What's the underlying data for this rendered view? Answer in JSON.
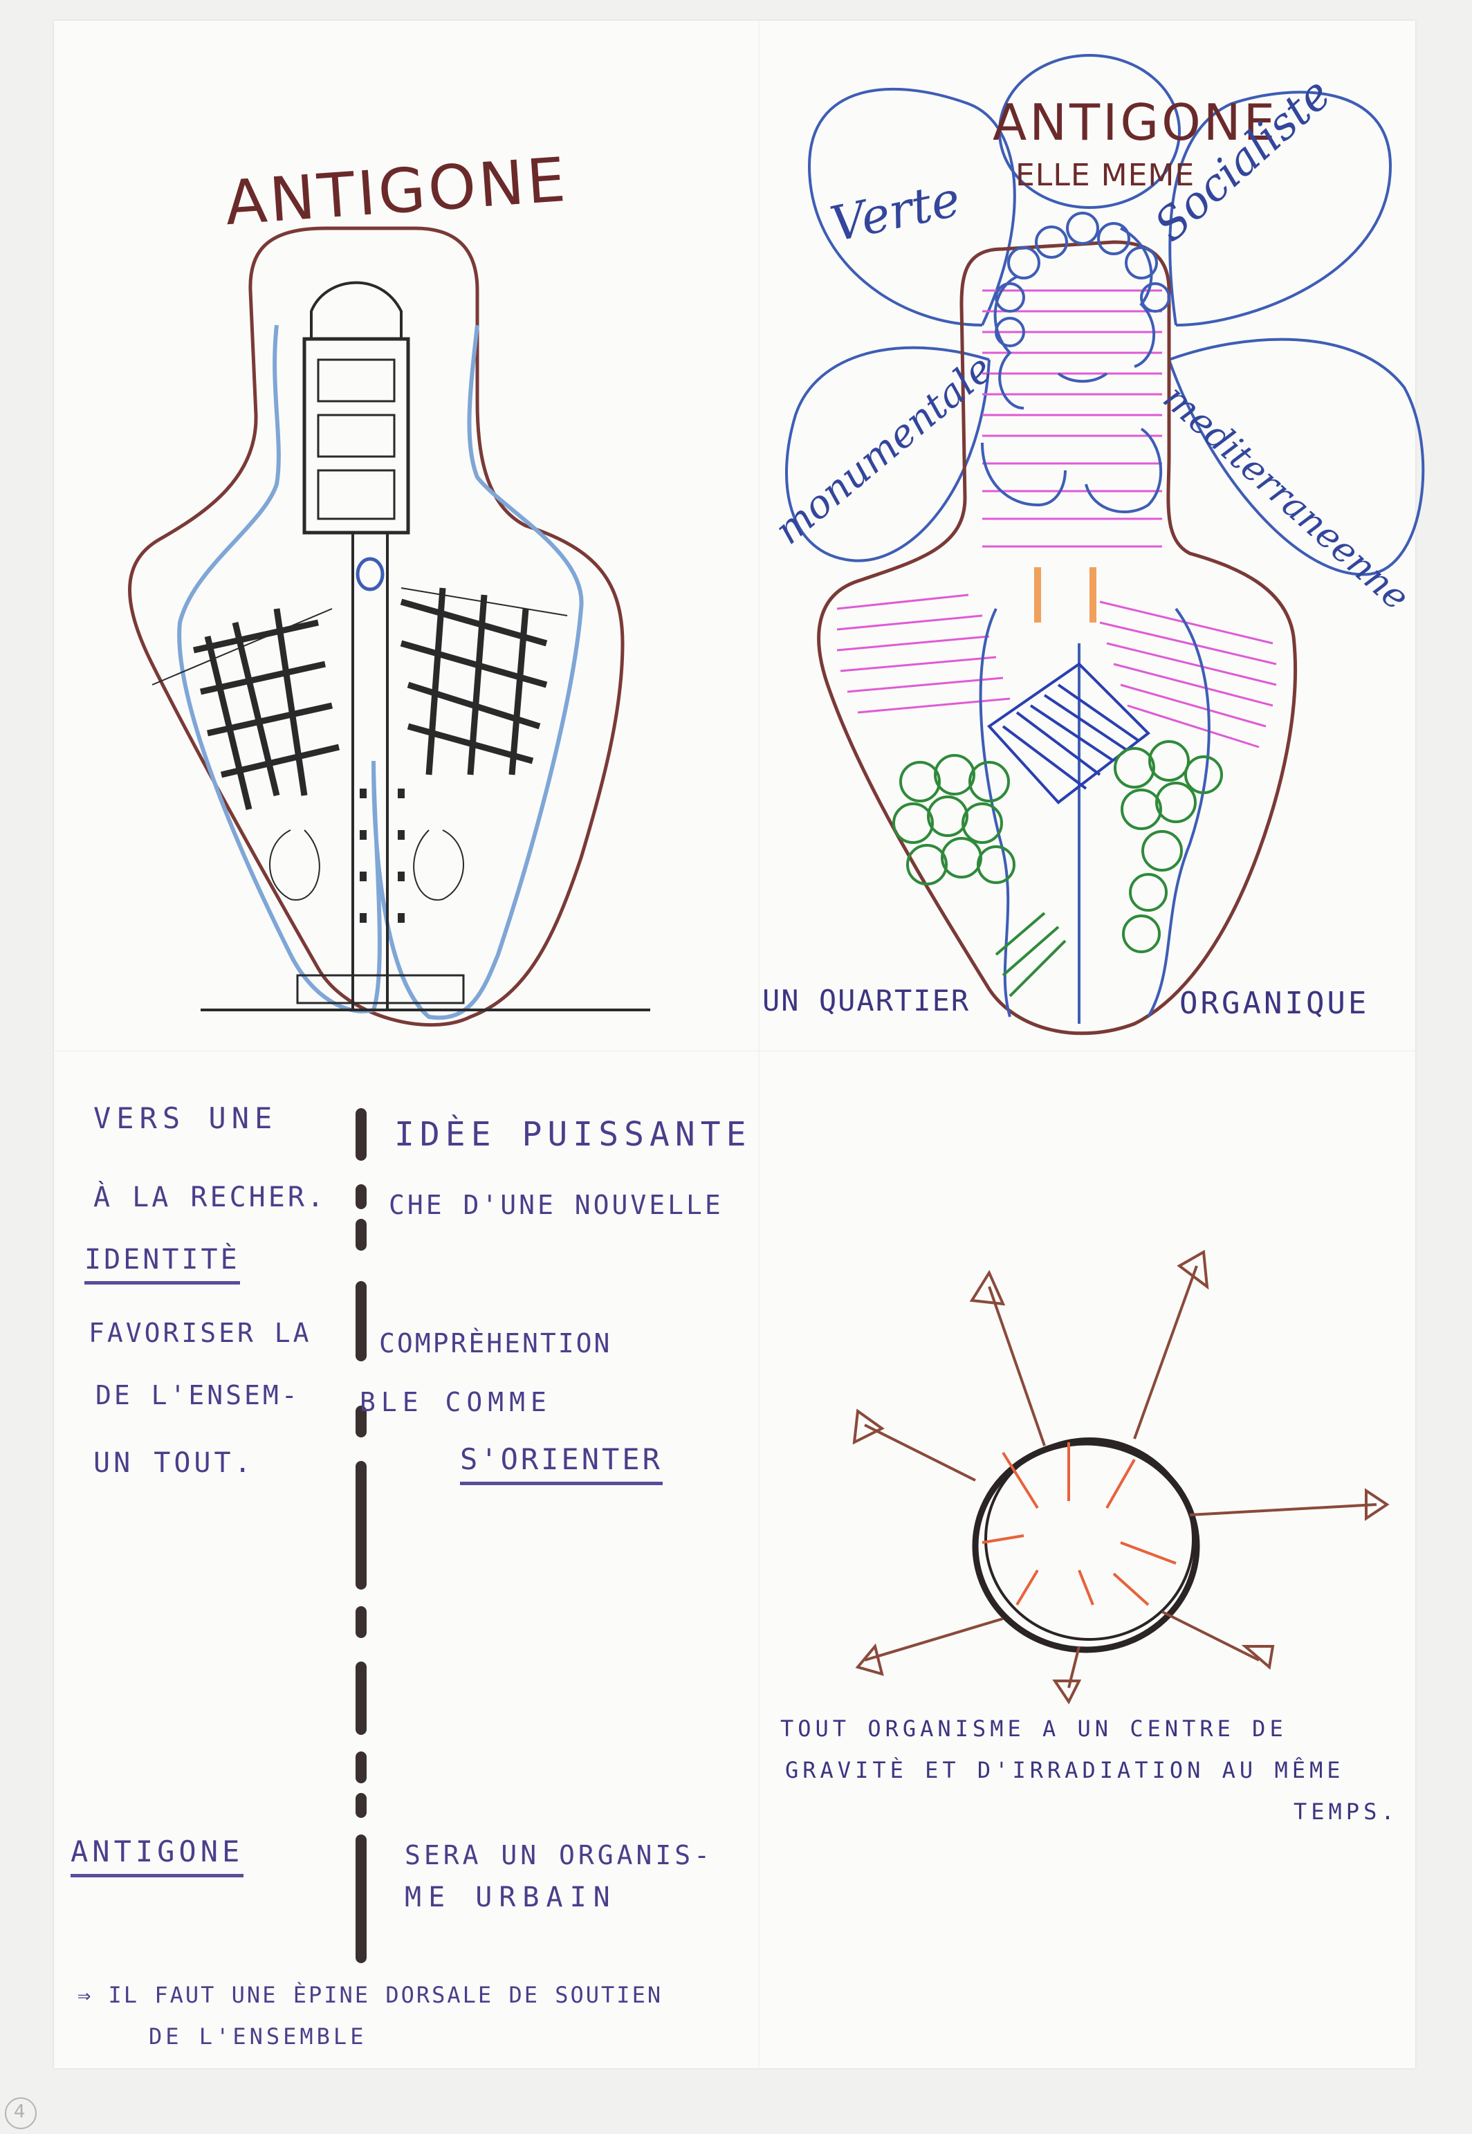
{
  "sketch_left": {
    "title": "ANTIGONE"
  },
  "sketch_right": {
    "title": "ANTIGONE",
    "subtitle": "ELLE MEME",
    "petals": {
      "left_top": "Verte",
      "right_top": "Socialiste",
      "left_bottom": "monumentale",
      "right_bottom": "mediterraneenne"
    },
    "caption_left": "UN QUARTIER",
    "caption_right": "ORGANIQUE"
  },
  "notes": {
    "rows": [
      {
        "left": "VERS UNE",
        "right": "IDÈE PUISSANTE"
      },
      {
        "left": "À LA RECHER.",
        "right": "CHE D'UNE NOUVELLE"
      },
      {
        "left": "IDENTITÈ",
        "right": ""
      },
      {
        "left": "FAVORISER LA",
        "right": "COMPRÈHENTION"
      },
      {
        "left": "DE L'ENSEM-",
        "right": "BLE COMME"
      },
      {
        "left": "UN TOUT.",
        "right": "S'ORIENTER"
      }
    ],
    "bottom_left": "ANTIGONE",
    "bottom_right_1": "SERA UN ORGANIS-",
    "bottom_right_2": "ME URBAIN",
    "footer_1": "⇒ IL FAUT UNE ÈPINE DORSALE DE SOUTIEN",
    "footer_2": "DE L'ENSEMBLE"
  },
  "diagram": {
    "caption_1": "TOUT ORGANISME A UN CENTRE DE",
    "caption_2": "GRAVITÈ ET D'IRRADIATION AU MÊME",
    "caption_3": "TEMPS."
  },
  "page_number": "4",
  "colors": {
    "brown": "#7a3a36",
    "blue": "#3e5db5",
    "light_blue": "#7ea6d6",
    "magenta": "#e05ad6",
    "green": "#2f8a3a",
    "purple_ink": "#4a3f8a",
    "orange": "#e8623a"
  }
}
